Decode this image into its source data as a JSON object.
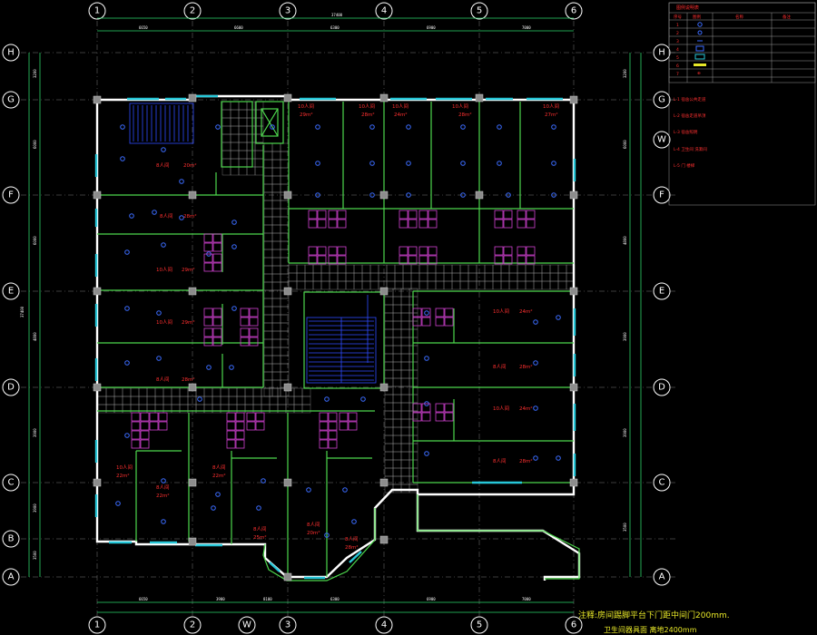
{
  "axes": {
    "columns_top": [
      "1",
      "2",
      "3",
      "4",
      "5",
      "6"
    ],
    "columns_bottom": [
      "1",
      "2",
      "W",
      "3",
      "4",
      "5",
      "6"
    ],
    "rows_left": [
      "H",
      "G",
      "F",
      "E",
      "D",
      "C",
      "B",
      "A"
    ],
    "rows_right": [
      "H",
      "G",
      "W",
      "F",
      "E",
      "D",
      "C",
      "A"
    ]
  },
  "dimensions": {
    "overall": "37400",
    "top_segments": [
      "6650",
      "6600",
      "6300",
      "6900",
      "7000"
    ],
    "left_segments": [
      "3200",
      "6000",
      "6000",
      "4800",
      "3900",
      "3900",
      "3500"
    ],
    "right_segments": [
      "3200",
      "6000",
      "4800",
      "3900",
      "3900",
      "3500"
    ],
    "bottom_segments": [
      "6650",
      "3900",
      "8100",
      "6300",
      "6900",
      "7000"
    ]
  },
  "rooms": [
    {
      "label": "8人间",
      "area": "20m²"
    },
    {
      "label": "8人间",
      "area": "28m²"
    },
    {
      "label": "10人间",
      "area": "29m²"
    },
    {
      "label": "10人间",
      "area": "29m²"
    },
    {
      "label": "8人间",
      "area": "28m²"
    },
    {
      "label": "10人间",
      "area": "29m²"
    },
    {
      "label": "10人间",
      "area": "28m²"
    },
    {
      "label": "10人间",
      "area": "24m²"
    },
    {
      "label": "10人间",
      "area": "28m²"
    },
    {
      "label": "10人间",
      "area": "27m²"
    },
    {
      "label": "10人间",
      "area": "24m²"
    },
    {
      "label": "8人间",
      "area": "28m²"
    },
    {
      "label": "10人间",
      "area": "24m²"
    },
    {
      "label": "8人间",
      "area": "28m²"
    },
    {
      "label": "10人间",
      "area": "22m²"
    },
    {
      "label": "8人间",
      "area": "22m²"
    },
    {
      "label": "8人间",
      "area": "22m²"
    },
    {
      "label": "8人间",
      "area": "25m²"
    },
    {
      "label": "8人间",
      "area": "20m²"
    },
    {
      "label": "8人间",
      "area": "28m²"
    }
  ],
  "legend": {
    "title": "图例说明表",
    "headers": [
      "序号",
      "图例",
      "名称",
      "备注"
    ],
    "rows": [
      {
        "num": "1",
        "name": "",
        "note": ""
      },
      {
        "num": "2",
        "name": "",
        "note": ""
      },
      {
        "num": "3",
        "name": "",
        "note": ""
      },
      {
        "num": "4",
        "name": "",
        "note": ""
      },
      {
        "num": "5",
        "name": "",
        "note": ""
      },
      {
        "num": "6",
        "name": "",
        "note": ""
      },
      {
        "num": "7",
        "name": "",
        "note": ""
      }
    ],
    "section_notes": [
      "L-1 宿舍公共走道",
      "L-2 宿舍走道吊顶",
      "L-3 宿舍照明",
      "L-4 卫生间 洗漱间",
      "L-5 门 楼梯"
    ]
  },
  "notes": {
    "line1": "注释:房间踢脚平台下门距中间门200mm.",
    "line2": "卫生间器具面 离地2400mm"
  },
  "colors": {
    "background": "#000000",
    "wall": "#ffffff",
    "partition": "#4dd74d",
    "window": "#27c7d8",
    "room_text": "#ff3030",
    "lamp": "#3b6cff",
    "note": "#e8e828"
  }
}
